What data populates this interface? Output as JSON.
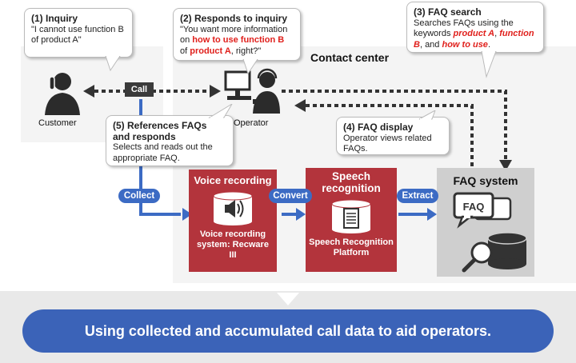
{
  "contact_center": {
    "title": "Contact center"
  },
  "customer": {
    "label": "Customer"
  },
  "operator": {
    "label": "Operator"
  },
  "call_badge": "Call",
  "pills": {
    "collect": "Collect",
    "convert": "Convert",
    "extract": "Extract"
  },
  "callouts": {
    "inquiry": {
      "head": "(1) Inquiry",
      "text": "\"I cannot use function B of product A\""
    },
    "responds": {
      "head": "(2) Responds to inquiry",
      "t1": "\"You want more information on ",
      "k1": "how to use function B",
      "t2": " of ",
      "k2": "product A",
      "t3": ", right?\""
    },
    "faq_search": {
      "head": "(3) FAQ search",
      "t1": "Searches FAQs using the keywords ",
      "k1": "product A",
      "t2": ", ",
      "k2": "function B",
      "t3": ", and ",
      "k3": "how to use",
      "t4": "."
    },
    "faq_display": {
      "head": "(4) FAQ display",
      "text": "Operator views related FAQs."
    },
    "references": {
      "head": "(5) References FAQs and responds",
      "text": "Selects and reads out the appropriate FAQ."
    }
  },
  "voice_recording": {
    "title": "Voice recording",
    "sub": "Voice recording system: Recware III"
  },
  "speech_recognition": {
    "title": "Speech recognition",
    "sub": "Speech Recognition Platform"
  },
  "faq_system": {
    "title": "FAQ system",
    "bubble": "FAQ"
  },
  "banner": "Using collected and accumulated call data to aid operators."
}
